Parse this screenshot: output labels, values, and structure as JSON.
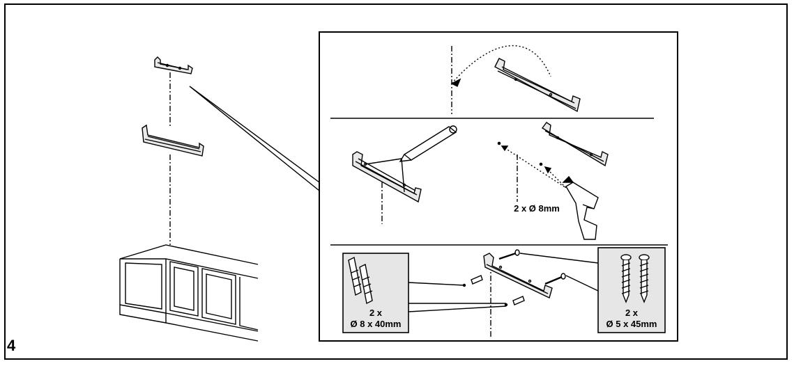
{
  "step_number": "4",
  "drill": {
    "label": "2 x Ø 8mm"
  },
  "wall_plugs": {
    "count": "2 x",
    "size": "Ø 8 x 40mm"
  },
  "screws": {
    "count": "2 x",
    "size": "Ø 5 x 45mm"
  }
}
